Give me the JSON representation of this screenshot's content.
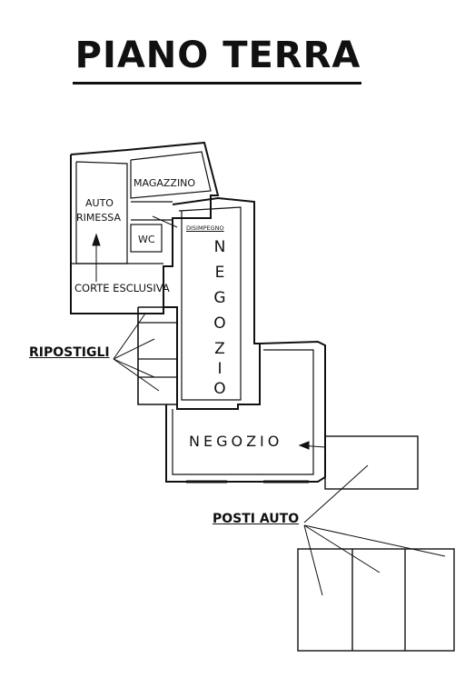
{
  "title": "PIANO TERRA",
  "labels": {
    "magazzino": "MAGAZZINO",
    "auto": "AUTO",
    "rimessa": "RIMESSA",
    "wc": "WC",
    "disimpegno": "DISIMPEGNO",
    "corte": "CORTE ESCLUSIVA",
    "ripostigli": "RIPOSTIGLI",
    "negozio_h": "NEGOZIO",
    "posti_auto": "POSTI AUTO"
  },
  "negozio_vertical": [
    "N",
    "E",
    "G",
    "O",
    "Z",
    "I",
    "O"
  ]
}
